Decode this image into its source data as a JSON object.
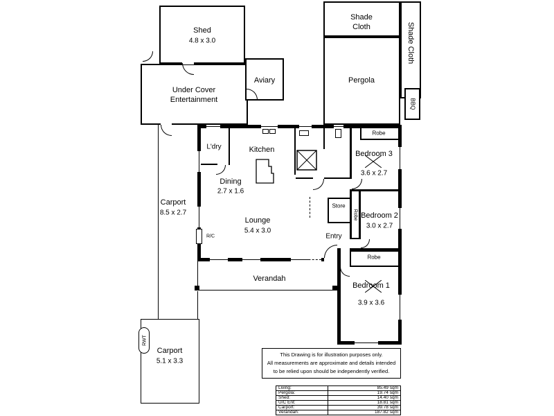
{
  "rooms": {
    "shed": {
      "name": "Shed",
      "dims": "4.8 x 3.0"
    },
    "shade_cloth": {
      "line1": "Shade",
      "line2": "Cloth"
    },
    "shade_cloth_side": {
      "name": "Shade Cloth"
    },
    "bbq": {
      "name": "BBQ"
    },
    "pergola": {
      "name": "Pergola"
    },
    "aviary": {
      "name": "Aviary"
    },
    "uc_ent": {
      "line1": "Under Cover",
      "line2": "Entertainment"
    },
    "carport_left": {
      "name": "Carport",
      "dims": "8.5 x 2.7"
    },
    "ldry": {
      "name": "L'dry"
    },
    "kitchen": {
      "name": "Kitchen"
    },
    "bedroom3": {
      "name": "Bedroom 3",
      "dims": "3.6 x 2.7"
    },
    "robe_top": {
      "name": "Robe"
    },
    "dining": {
      "name": "Dining",
      "dims": "2.7 x 1.6"
    },
    "store": {
      "name": "Store"
    },
    "robe_mid": {
      "name": "Robe"
    },
    "bedroom2": {
      "name": "Bedroom 2",
      "dims": "3.0 x 2.7"
    },
    "lounge": {
      "name": "Lounge",
      "dims": "5.4 x 3.0"
    },
    "entry": {
      "name": "Entry"
    },
    "rc": {
      "name": "R/C"
    },
    "robe_bottom": {
      "name": "Robe"
    },
    "verandah": {
      "name": "Verandah"
    },
    "bedroom1": {
      "name": "Bedroom 1",
      "dims": "3.9 x 3.6"
    },
    "carport_bottom": {
      "name": "Carport",
      "dims": "5.1 x 3.3"
    },
    "rwt": {
      "name": "RWT"
    }
  },
  "disclaimer": {
    "lines": [
      "This Drawing is for illustration purposes only.",
      "All measurements are approximate and details intended",
      "to be relied upon should be independently verified."
    ]
  },
  "areas": {
    "rows": [
      {
        "label": "Living:",
        "value": "85.49 sqm"
      },
      {
        "label": "Pergola:",
        "value": "19.74 sqm"
      },
      {
        "label": "Shed:",
        "value": "14.40 sqm"
      },
      {
        "label": "U/C Ent:",
        "value": "18.81 sqm"
      },
      {
        "label": "Carport:",
        "value": "39.78 sqm"
      },
      {
        "label": "Verandah:",
        "value": "187.82 sqm"
      }
    ]
  }
}
